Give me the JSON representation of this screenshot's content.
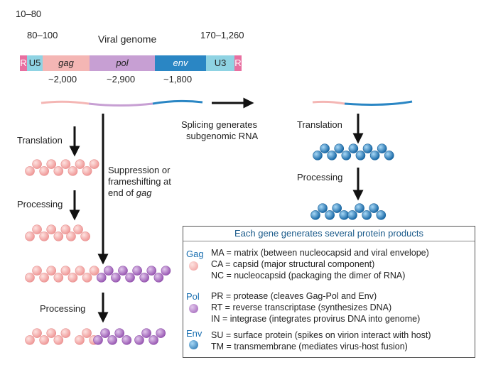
{
  "genome": {
    "title": "Viral genome",
    "len_r": "10–80",
    "len_u5": "80–100",
    "len_u3": "170–1,260",
    "segments": {
      "r": "R",
      "u5": "U5",
      "gag": "gag",
      "pol": "pol",
      "env": "env",
      "u3": "U3",
      "r2": "R"
    },
    "sizes": {
      "gag": "~2,000",
      "pol": "~2,900",
      "env": "~1,800"
    }
  },
  "steps": {
    "translation_left": "Translation",
    "processing_left": "Processing",
    "suppression_1": "Suppression or",
    "suppression_2": "frameshifting at",
    "suppression_3": "end of ",
    "suppression_gag": "gag",
    "processing_bottom": "Processing",
    "splicing_1": "Splicing generates",
    "splicing_2": "subgenomic RNA",
    "translation_right": "Translation",
    "processing_right": "Processing"
  },
  "legend": {
    "title": "Each gene generates several protein products",
    "groups": [
      {
        "gene": "Gag",
        "color": "#f4a7a7",
        "label_color": "#1a6fb0",
        "lines": [
          "MA = matrix (between nucleocapsid and viral envelope)",
          "CA = capsid (major structural component)",
          "NC = nucleocapsid (packaging the dimer of RNA)"
        ]
      },
      {
        "gene": "Pol",
        "color": "#b57cc5",
        "label_color": "#1a6fb0",
        "lines": [
          "PR = protease (cleaves Gag-Pol and Env)",
          "RT = reverse transcriptase (synthesizes DNA)",
          "IN = integrase (integrates provirus DNA into genome)"
        ]
      },
      {
        "gene": "Env",
        "color": "#2f7fc1",
        "label_color": "#1a6fb0",
        "lines": [
          "SU = surface protein (spikes on virion interact with host)",
          "TM = transmembrane (mediates virus-host fusion)"
        ]
      }
    ]
  },
  "colors": {
    "gag": "#f4b6b4",
    "pol": "#c79fd3",
    "env": "#2a86c4",
    "u": "#8fd3e3",
    "r": "#e86fa0"
  }
}
